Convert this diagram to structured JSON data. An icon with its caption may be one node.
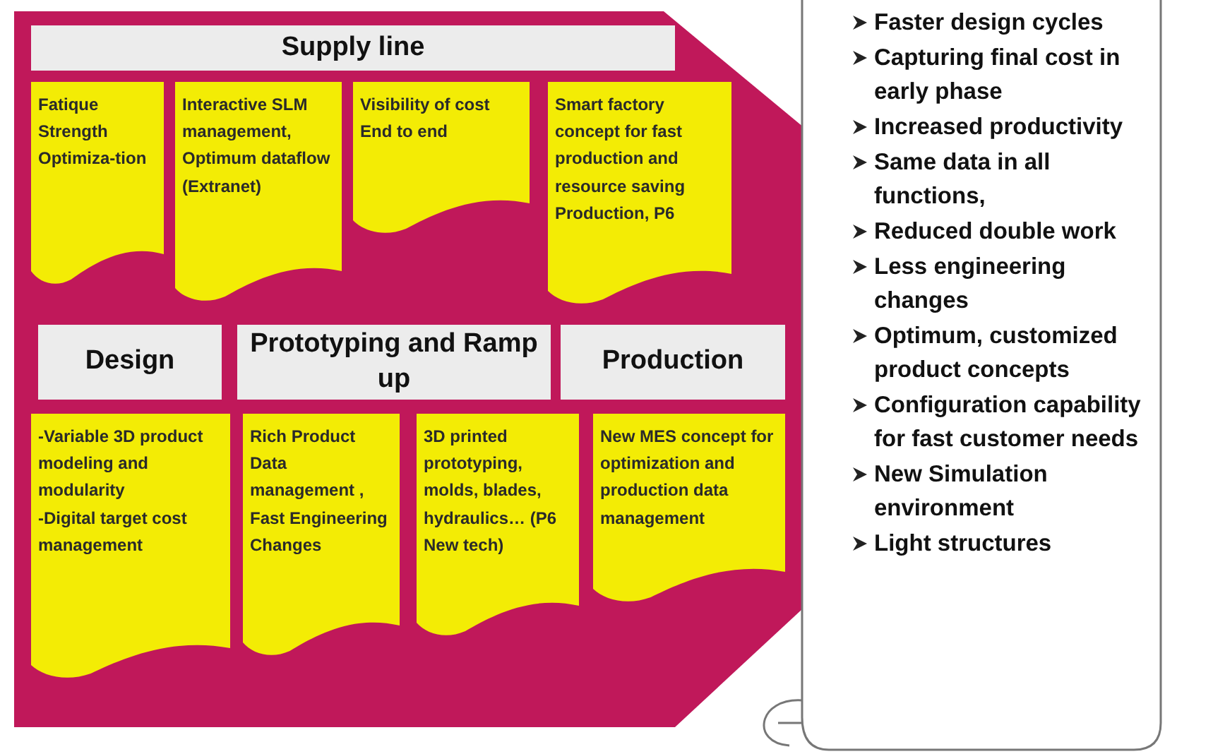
{
  "diagram": {
    "nodes": [
      {
        "text": [
          "Supply line"
        ]
      },
      {
        "text": [
          "Fatique Strength Optimiza-tion"
        ]
      },
      {
        "text": [
          "Interactive SLM management, Optimum dataflow (Extranet)"
        ]
      },
      {
        "text": [
          "Visibility of cost End to end"
        ]
      },
      {
        "text": [
          "Smart factory concept for fast production and resource saving Production, P6"
        ]
      },
      {
        "text": [
          "Design"
        ]
      },
      {
        "text": [
          "Prototyping and Ramp up"
        ]
      },
      {
        "text": [
          "Production"
        ]
      },
      {
        "text": [
          "-Variable 3D product modeling and modularity",
          "-Digital target cost management"
        ]
      },
      {
        "text": [
          "Rich Product Data management , Fast Engineering Changes"
        ]
      },
      {
        "text": [
          "3D printed prototyping, molds, blades, hydraulics… (P6 New tech)"
        ]
      },
      {
        "text": [
          "New MES concept for optimization and production data management"
        ]
      },
      {
        "text": [
          "Faster design cycles",
          "Capturing final cost in early phase",
          "Increased productivity",
          "Same data in all functions,",
          "Reduced double work",
          "Less engineering changes",
          "Optimum, customized product concepts",
          "Configuration capability for fast customer needs",
          "New Simulation environment",
          "Light structures"
        ]
      }
    ],
    "edges": []
  }
}
